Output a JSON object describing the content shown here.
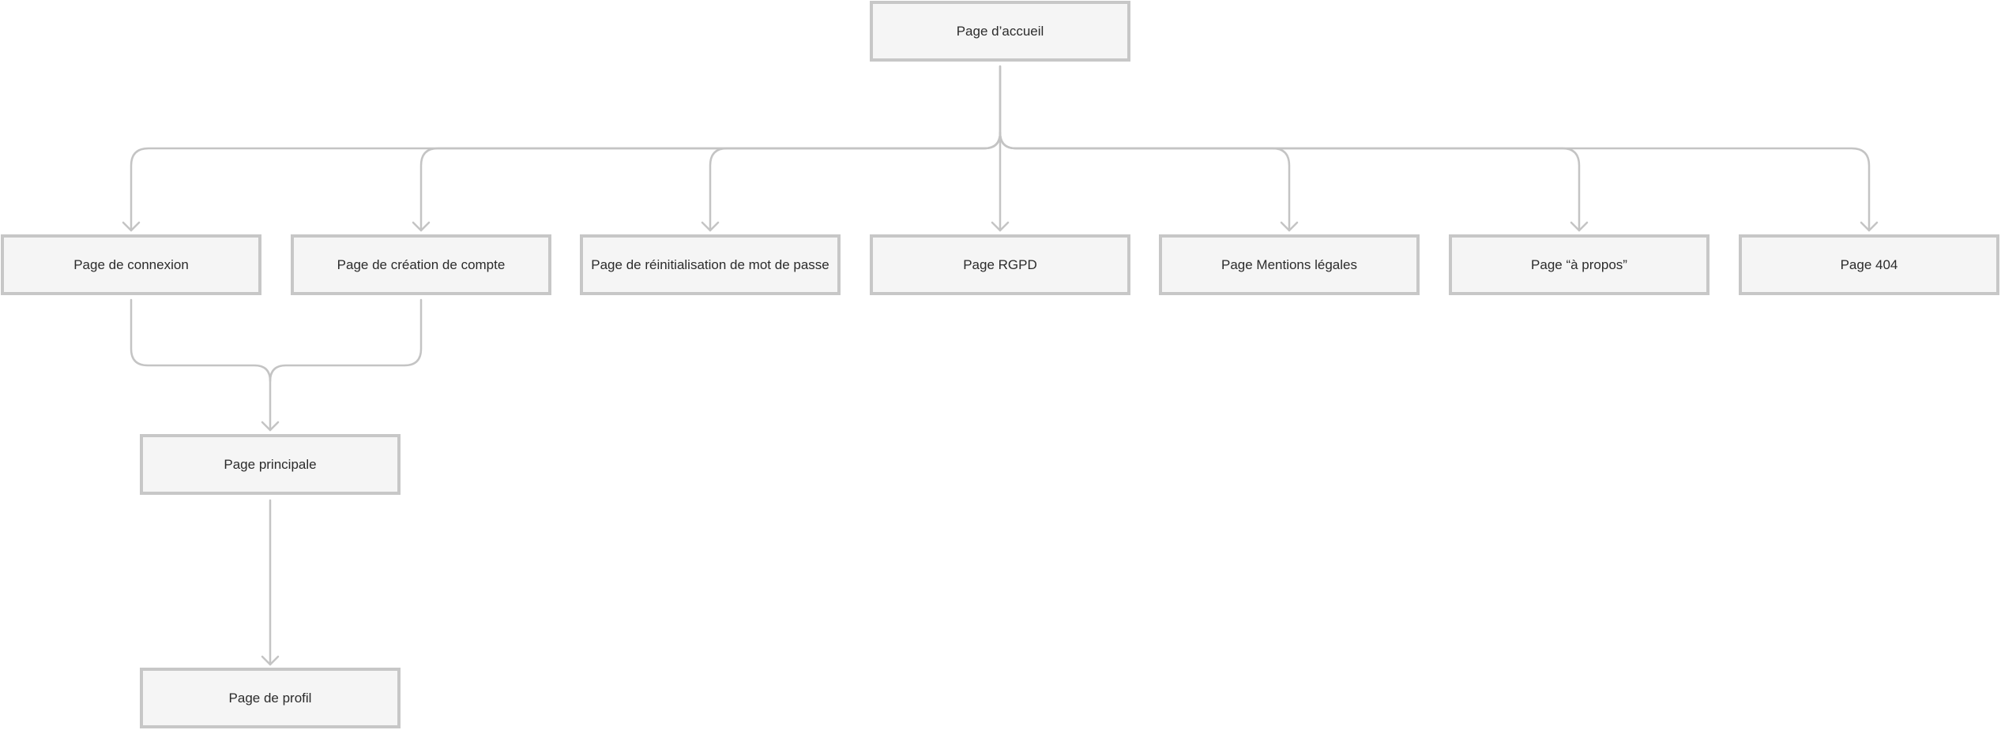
{
  "diagram": {
    "nodes": {
      "accueil": "Page d’accueil",
      "connexion": "Page de connexion",
      "creation": "Page de création de compte",
      "reinit": "Page de réinitialisation de mot de passe",
      "rgpd": "Page RGPD",
      "mentions": "Page Mentions légales",
      "apropos": "Page “à propos”",
      "p404": "Page 404",
      "principale": "Page principale",
      "profil": "Page de profil"
    },
    "edges": [
      {
        "from": "Page d’accueil",
        "to": "Page de connexion"
      },
      {
        "from": "Page d’accueil",
        "to": "Page de création de compte"
      },
      {
        "from": "Page d’accueil",
        "to": "Page de réinitialisation de mot de passe"
      },
      {
        "from": "Page d’accueil",
        "to": "Page RGPD"
      },
      {
        "from": "Page d’accueil",
        "to": "Page Mentions légales"
      },
      {
        "from": "Page d’accueil",
        "to": "Page “à propos”"
      },
      {
        "from": "Page d’accueil",
        "to": "Page 404"
      },
      {
        "from": "Page de connexion",
        "to": "Page principale"
      },
      {
        "from": "Page de création de compte",
        "to": "Page principale"
      },
      {
        "from": "Page principale",
        "to": "Page de profil"
      }
    ],
    "colors": {
      "node_fill": "#f5f5f5",
      "node_border": "#c7c7c7",
      "connector": "#c4c4c4",
      "text": "#2b2b2b"
    }
  }
}
